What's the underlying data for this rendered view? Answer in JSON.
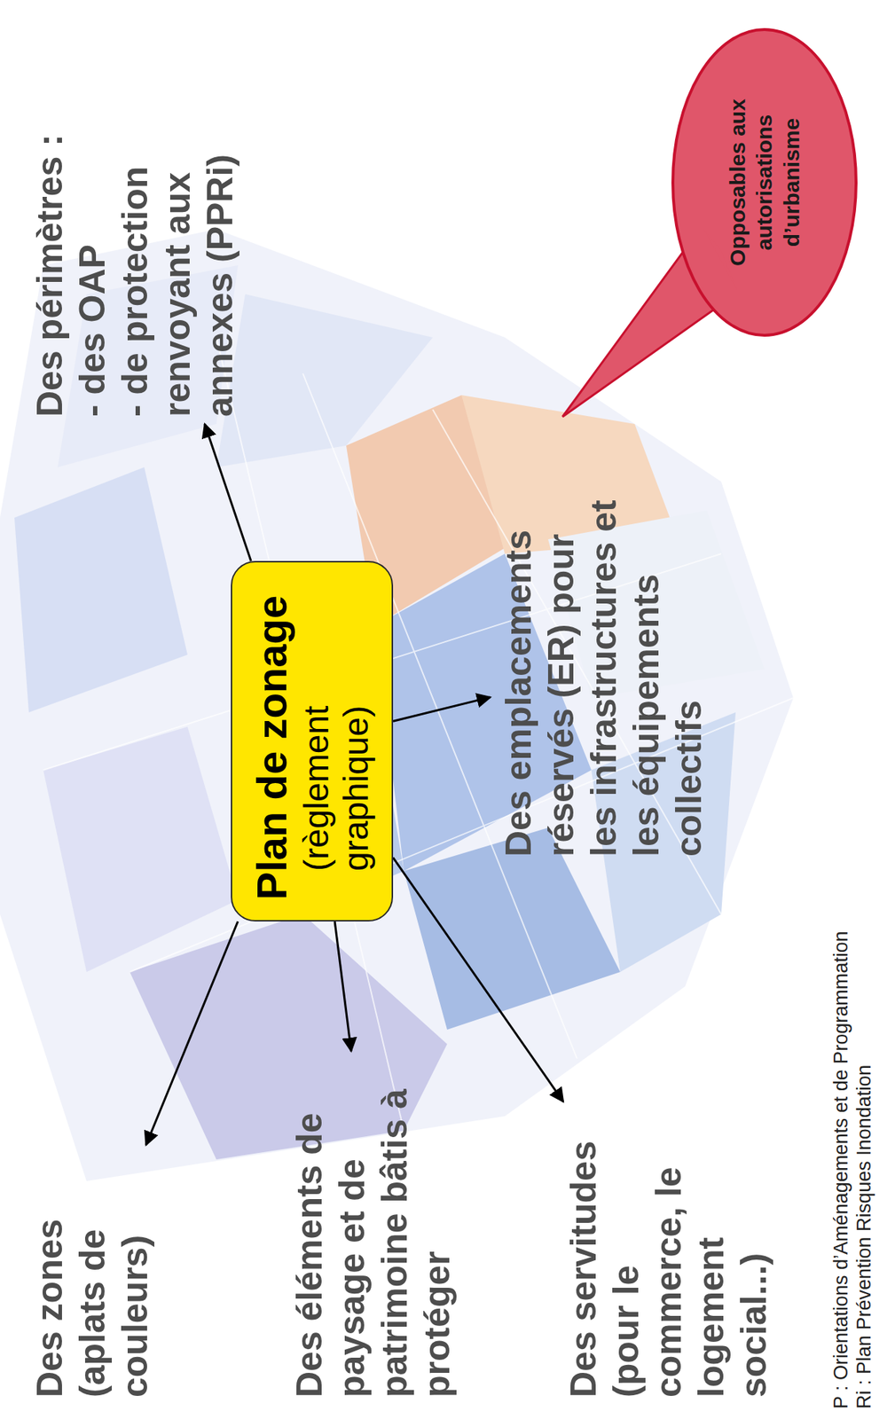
{
  "diagram": {
    "nodes": [
      {
        "text": [
          "Des zones (aplats de couleurs)"
        ]
      },
      {
        "text": [
          "Plan de zonage",
          "(règlement graphique)"
        ]
      },
      {
        "text": [
          "Des périmètres :",
          "- des OAP",
          "- de protection renvoyant aux annexes (PPRi)"
        ]
      },
      {
        "text": [
          "Des éléments de paysage et de patrimoine bâtis à protéger"
        ]
      },
      {
        "text": [
          "Des servitudes (pour le commerce, le logement social...)"
        ]
      },
      {
        "text": [
          "Des emplacements réservés (ER) pour les infrastructures et les équipements collectifs"
        ]
      },
      {
        "text": [
          "Opposables aux autorisations d’urbanisme"
        ]
      }
    ],
    "edges": [
      {
        "from": 1,
        "to": 0,
        "arrow": "to"
      },
      {
        "from": 1,
        "to": 2,
        "arrow": "to"
      },
      {
        "from": 1,
        "to": 3,
        "arrow": "to"
      },
      {
        "from": 1,
        "to": 4,
        "arrow": "to"
      },
      {
        "from": 1,
        "to": 5,
        "arrow": "to"
      }
    ],
    "labels": [
      "P : Orientations d’Aménagements et de Programmation",
      "Ri : Plan Prévention Risques Inondation"
    ]
  }
}
